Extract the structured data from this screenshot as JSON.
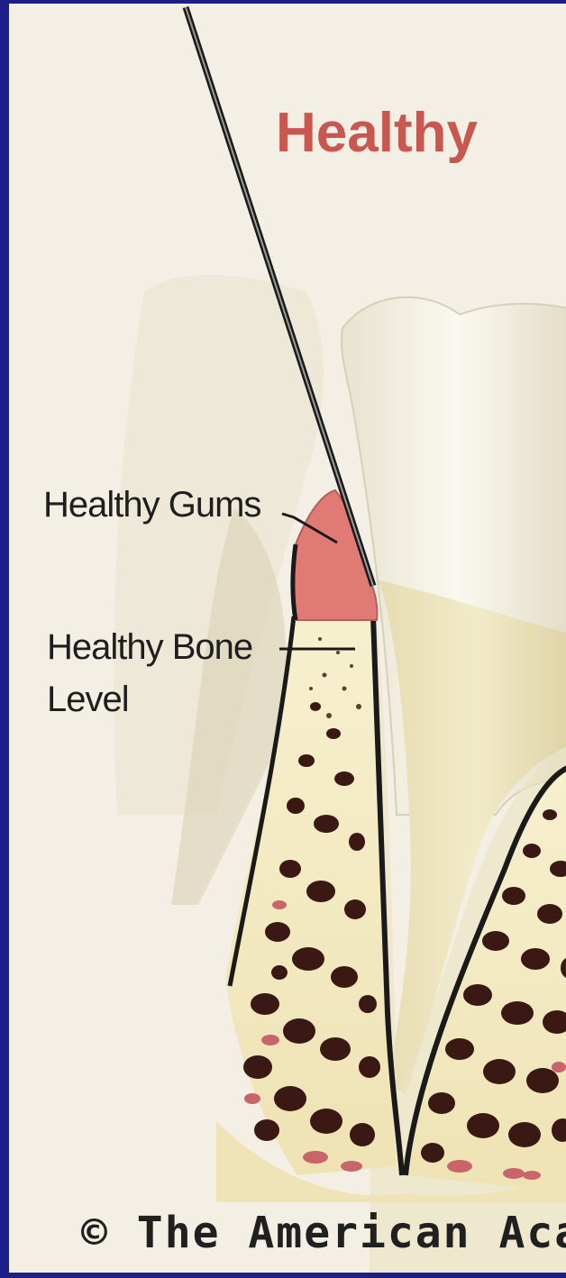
{
  "title": "Healthy",
  "labels": {
    "gums": "Healthy Gums",
    "bone_line1": "Healthy Bone",
    "bone_line2": "Level"
  },
  "copyright": "© The American Acad",
  "colors": {
    "frame": "#1c1f8a",
    "background": "#f3efe4",
    "title": "#c8584f",
    "gum": "#e07a74",
    "bone": "#f4ecc2",
    "marrow": "#3a1814"
  }
}
